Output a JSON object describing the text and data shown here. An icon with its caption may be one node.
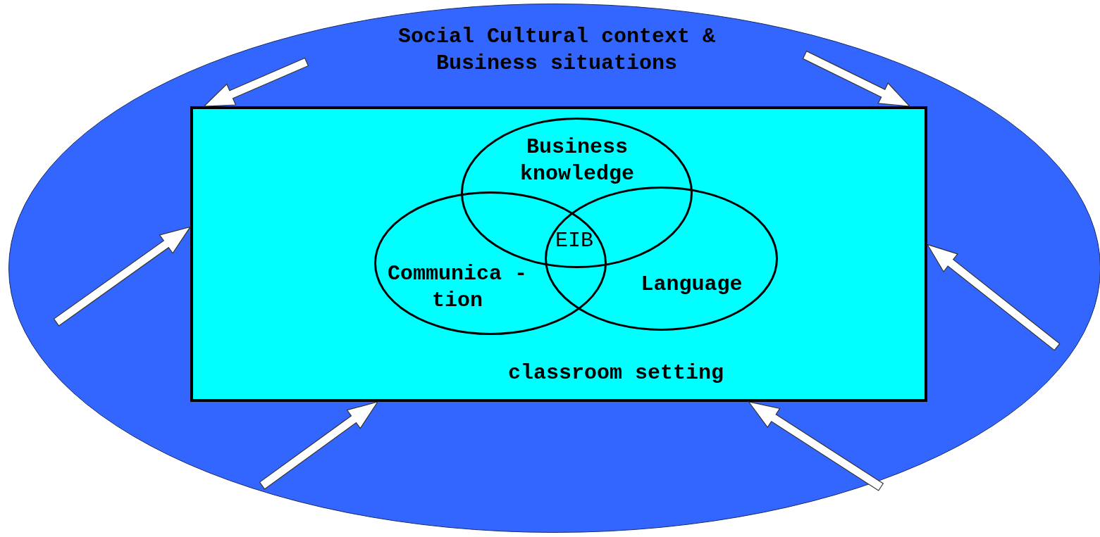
{
  "diagram": {
    "nodes": [
      {
        "text": [
          "Social Cultural context & Business situations"
        ]
      },
      {
        "text": [
          "classroom setting"
        ],
        "in": 0
      },
      {
        "text": [
          "Business knowledge"
        ],
        "in": 1
      },
      {
        "text": [
          "Communica -tion"
        ],
        "in": 1
      },
      {
        "text": [
          "Language"
        ],
        "in": 1
      }
    ],
    "edges": [
      {
        "from": null,
        "to": 1,
        "arrow": "to"
      },
      {
        "from": null,
        "to": 1,
        "arrow": "to"
      },
      {
        "from": null,
        "to": 1,
        "arrow": "to"
      },
      {
        "from": null,
        "to": 1,
        "arrow": "to"
      },
      {
        "from": null,
        "to": 1,
        "arrow": "to"
      },
      {
        "from": null,
        "to": 1,
        "arrow": "to"
      }
    ],
    "labels": [
      "EIB"
    ]
  }
}
